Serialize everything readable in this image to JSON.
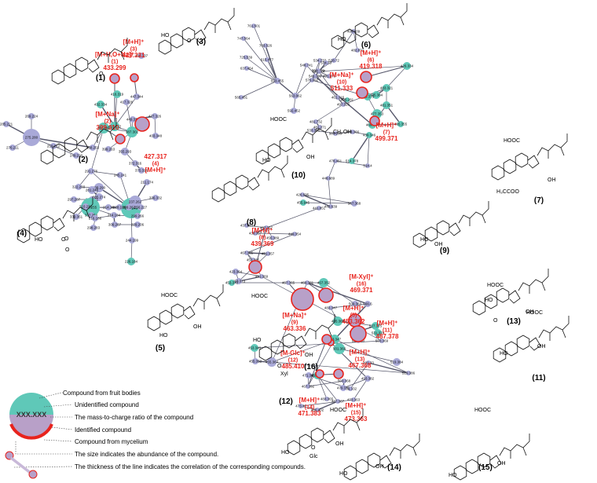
{
  "nodes": [
    {
      "label": "285.221",
      "type": "myc"
    },
    {
      "label": "269.224",
      "type": "myc"
    },
    {
      "label": "275.280",
      "type": "myc",
      "big": true
    },
    {
      "label": "276.211",
      "type": "myc"
    },
    {
      "label": "259.212",
      "type": "myc"
    },
    {
      "label": "249.220",
      "type": "myc"
    },
    {
      "label": "358.253",
      "type": "myc"
    },
    {
      "label": "357.380",
      "type": "fruit"
    },
    {
      "label": "387.302",
      "type": "fruit"
    },
    {
      "label": "415.212",
      "type": "fruit"
    },
    {
      "label": "432.334",
      "type": "fruit"
    },
    {
      "label": "416.319",
      "type": "fruit"
    },
    {
      "label": "417.326",
      "type": "myc"
    },
    {
      "label": "449.327",
      "type": "myc"
    },
    {
      "label": "447.344",
      "type": "myc"
    },
    {
      "label": "430.337",
      "type": "myc"
    },
    {
      "label": "427.326",
      "type": "myc"
    },
    {
      "label": "403.348",
      "type": "myc"
    },
    {
      "label": "399.263",
      "type": "myc"
    },
    {
      "label": "355.293",
      "type": "myc"
    },
    {
      "label": "372.316",
      "type": "myc"
    },
    {
      "label": "375.316",
      "type": "myc"
    },
    {
      "label": "291.276",
      "type": "myc"
    },
    {
      "label": "245.241",
      "type": "myc"
    },
    {
      "label": "263.246",
      "type": "fruit",
      "big": true
    },
    {
      "label": "237.262",
      "type": "myc"
    },
    {
      "label": "211.174",
      "type": "myc"
    },
    {
      "label": "336.332",
      "type": "myc"
    },
    {
      "label": "322.203",
      "type": "myc"
    },
    {
      "label": "338.290",
      "type": "myc"
    },
    {
      "label": "281.246",
      "type": "myc"
    },
    {
      "label": "285.274",
      "type": "myc"
    },
    {
      "label": "283.271",
      "type": "myc"
    },
    {
      "label": "297.207",
      "type": "myc"
    },
    {
      "label": "281.255",
      "type": "fruit",
      "big": true
    },
    {
      "label": "214.18",
      "type": "myc"
    },
    {
      "label": "228.199",
      "type": "myc"
    },
    {
      "label": "209.262",
      "type": "myc"
    },
    {
      "label": "256.227",
      "type": "myc"
    },
    {
      "label": "310.231",
      "type": "myc"
    },
    {
      "label": "337.254",
      "type": "myc"
    },
    {
      "label": "216.188",
      "type": "myc"
    },
    {
      "label": "214.184",
      "type": "myc"
    },
    {
      "label": "299.266",
      "type": "myc"
    },
    {
      "label": "339.351",
      "type": "myc"
    },
    {
      "label": "298.283",
      "type": "myc"
    },
    {
      "label": "309.267",
      "type": "myc"
    },
    {
      "label": "229.206",
      "type": "myc"
    },
    {
      "label": "244.199",
      "type": "myc"
    },
    {
      "label": "226.184",
      "type": "fruit"
    },
    {
      "label": "761.501",
      "type": "myc"
    },
    {
      "label": "747.564",
      "type": "myc"
    },
    {
      "label": "703.526",
      "type": "myc"
    },
    {
      "label": "725.539",
      "type": "myc"
    },
    {
      "label": "615.477",
      "type": "myc"
    },
    {
      "label": "637.464",
      "type": "myc"
    },
    {
      "label": "593.455",
      "type": "myc"
    },
    {
      "label": "565.481",
      "type": "myc"
    },
    {
      "label": "563.062",
      "type": "myc"
    },
    {
      "label": "592.452",
      "type": "myc"
    },
    {
      "label": "548.741",
      "type": "myc"
    },
    {
      "label": "576.092",
      "type": "myc"
    },
    {
      "label": "534.733",
      "type": "myc"
    },
    {
      "label": "534.73",
      "type": "myc"
    },
    {
      "label": "554.379",
      "type": "myc"
    },
    {
      "label": "528.72",
      "type": "myc"
    },
    {
      "label": "498.409",
      "type": "myc"
    },
    {
      "label": "482.872",
      "type": "myc"
    },
    {
      "label": "549.703",
      "type": "myc"
    },
    {
      "label": "491.376",
      "type": "myc"
    },
    {
      "label": "562.707",
      "type": "myc"
    },
    {
      "label": "426.334",
      "type": "fruit"
    },
    {
      "label": "483.321",
      "type": "fruit"
    },
    {
      "label": "485.384",
      "type": "fruit"
    },
    {
      "label": "499.375",
      "type": "fruit"
    },
    {
      "label": "477.353",
      "type": "fruit"
    },
    {
      "label": "469.344",
      "type": "fruit"
    },
    {
      "label": "465.355",
      "type": "fruit"
    },
    {
      "label": "481.351",
      "type": "fruit"
    },
    {
      "label": "461.316",
      "type": "myc"
    },
    {
      "label": "495.281",
      "type": "fruit"
    },
    {
      "label": "497.326",
      "type": "myc"
    },
    {
      "label": "481.732",
      "type": "myc"
    },
    {
      "label": "481.271",
      "type": "myc"
    },
    {
      "label": "533.355",
      "type": "myc"
    },
    {
      "label": "505.290",
      "type": "myc"
    },
    {
      "label": "478.366",
      "type": "myc"
    },
    {
      "label": "439.346",
      "type": "fruit"
    },
    {
      "label": "514.378",
      "type": "fruit"
    },
    {
      "label": "514.4",
      "type": "myc"
    },
    {
      "label": "478.451",
      "type": "myc"
    },
    {
      "label": "448.689",
      "type": "myc"
    },
    {
      "label": "448.639",
      "type": "myc"
    },
    {
      "label": "426.835",
      "type": "myc"
    },
    {
      "label": "567.368",
      "type": "myc"
    },
    {
      "label": "455.945",
      "type": "fruit"
    },
    {
      "label": "441.851",
      "type": "myc"
    },
    {
      "label": "437.353",
      "type": "myc"
    },
    {
      "label": "467.357",
      "type": "myc"
    },
    {
      "label": "439.357",
      "type": "myc"
    },
    {
      "label": "455.389",
      "type": "myc"
    },
    {
      "label": "449.354",
      "type": "myc"
    },
    {
      "label": "467.385",
      "type": "myc"
    },
    {
      "label": "453.385",
      "type": "myc"
    },
    {
      "label": "451.357",
      "type": "myc"
    },
    {
      "label": "453.373",
      "type": "myc"
    },
    {
      "label": "423.364",
      "type": "myc"
    },
    {
      "label": "451.369",
      "type": "myc"
    },
    {
      "label": "453.372",
      "type": "fruit"
    },
    {
      "label": "467.365",
      "type": "myc"
    },
    {
      "label": "469.381",
      "type": "myc"
    },
    {
      "label": "467.352",
      "type": "fruit"
    },
    {
      "label": "509.363",
      "type": "myc"
    },
    {
      "label": "566.6",
      "type": "myc"
    },
    {
      "label": "483.347",
      "type": "myc"
    },
    {
      "label": "485.369",
      "type": "fruit"
    },
    {
      "label": "527.375",
      "type": "fruit"
    },
    {
      "label": "531.378",
      "type": "fruit"
    },
    {
      "label": "545.368",
      "type": "myc"
    },
    {
      "label": "529.380",
      "type": "myc"
    },
    {
      "label": "503.369",
      "type": "myc"
    },
    {
      "label": "453.340",
      "type": "fruit"
    },
    {
      "label": "455.352",
      "type": "myc"
    },
    {
      "label": "455.364",
      "type": "myc"
    },
    {
      "label": "483.347",
      "type": "fruit"
    },
    {
      "label": "501.368",
      "type": "fruit"
    },
    {
      "label": "519.384",
      "type": "myc"
    },
    {
      "label": "519.386",
      "type": "myc"
    },
    {
      "label": "491.33",
      "type": "myc"
    },
    {
      "label": "481.332",
      "type": "myc"
    },
    {
      "label": "471.392",
      "type": "myc"
    },
    {
      "label": "467.392",
      "type": "myc"
    },
    {
      "label": "503.368",
      "type": "myc"
    },
    {
      "label": "479.371",
      "type": "myc"
    },
    {
      "label": "493.382",
      "type": "myc"
    },
    {
      "label": "473.363",
      "type": "myc"
    },
    {
      "label": "473.37",
      "type": "myc"
    },
    {
      "label": "485.402",
      "type": "myc"
    },
    {
      "label": "487.367",
      "type": "myc"
    },
    {
      "label": "465.410",
      "type": "fruit"
    },
    {
      "label": "483.365",
      "type": "myc"
    }
  ],
  "ions": [
    {
      "adduct": "[M+H,O+Na]⁺",
      "num": "(1)",
      "mz": "433.299"
    },
    {
      "adduct": "[M+H]⁺",
      "num": "(3)",
      "mz": "429.331"
    },
    {
      "adduct": "[M+Na]⁺",
      "num": "(2)",
      "mz": "399.310"
    },
    {
      "adduct": "427.317",
      "num": "(4)",
      "mz": "[M+H]⁺"
    },
    {
      "adduct": "[M+H]⁺",
      "num": "(6)",
      "mz": "419.318"
    },
    {
      "adduct": "[M+Na]⁺",
      "num": "(10)",
      "mz": "511.333"
    },
    {
      "adduct": "[M+H]⁺",
      "num": "(7)",
      "mz": "499.371"
    },
    {
      "adduct": "[M+H]⁺",
      "num": "(8)",
      "mz": "439.369"
    },
    {
      "adduct": "[M+Na]⁺",
      "num": "(9)",
      "mz": "463.336"
    },
    {
      "adduct": "[M-Xyl]⁺",
      "num": "(16)",
      "mz": "469.371"
    },
    {
      "adduct": "[M+H]⁺",
      "num": "(5)",
      "mz": "453.362"
    },
    {
      "adduct": "[M+H]⁺",
      "num": "(11)",
      "mz": "487.378"
    },
    {
      "adduct": "[M-Glc]⁺",
      "num": "(12)",
      "mz": "485.410"
    },
    {
      "adduct": "[M+H]⁺",
      "num": "(13)",
      "mz": "467.368"
    },
    {
      "adduct": "[M+H]⁺",
      "num": "(14)",
      "mz": "471.383"
    },
    {
      "adduct": "[M+H]⁺",
      "num": "(15)",
      "mz": "473.363"
    }
  ],
  "compounds": [
    "(1)",
    "(2)",
    "(3)",
    "(4)",
    "(5)",
    "(6)",
    "(7)",
    "(8)",
    "(9)",
    "(10)",
    "(11)",
    "(12)",
    "(13)",
    "(14)",
    "(15)",
    "(16)"
  ],
  "substituents": {
    "xyl": "Xyl",
    "glc": "Glc",
    "acetate": "H₃CCOO",
    "acid": "HOOC",
    "oh": "OH",
    "ho": "HO",
    "ch2oh": "CH₂OH",
    "o": "O"
  },
  "legend": {
    "sample_value": "XXX.XXX",
    "fruit": "Compound  from fruit bodies",
    "unidentified": "Unidentified compound",
    "mz": "The mass-to-charge ratio of the compound",
    "identified": "Identified compound",
    "mycelium": "Compound  from mycelium",
    "size": "The size indicates the abundance of the compound.",
    "thickness": "The thickness of the line indicates the correlation of the corresponding compounds."
  },
  "colors": {
    "fruit": "#5fc8b8",
    "mycelium": "#a9a9d8",
    "identified": "#e8231d",
    "edge": "#555566",
    "identified_fill": "#b8a0c8"
  }
}
